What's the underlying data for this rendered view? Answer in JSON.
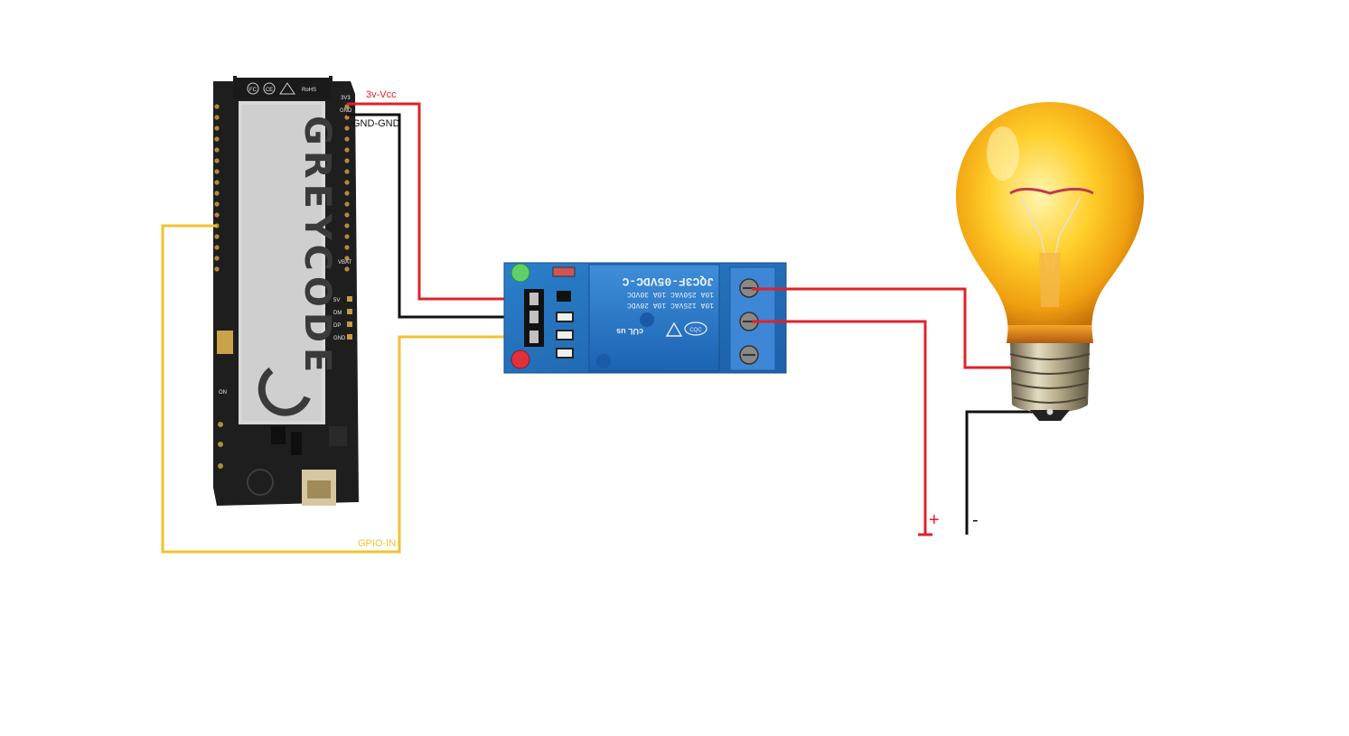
{
  "board": {
    "brand": "GREYCODE",
    "pin_labels": [
      "3V3",
      "GND",
      "VBAT",
      "5V",
      "DM",
      "DP",
      "GND",
      "ON"
    ],
    "chip_marks": [
      "FC",
      "CE",
      "RoHS"
    ]
  },
  "relay": {
    "relay_text_lines": [
      "JQC3F-05VDC-C",
      "10A 250VAC 10A 30VDC",
      "10A 125VAC 10A 28VDC"
    ],
    "cert_mark": "cUL us",
    "cqc_mark": "CQC"
  },
  "wires": {
    "vcc_label": "3v-Vcc",
    "gnd_label": "GND-GND",
    "gpio_label": "GPIO-IN",
    "colors": {
      "vcc": "#e0202a",
      "gnd": "#111111",
      "gpio": "#f2c230",
      "power_pos": "#e0202a",
      "power_neg": "#111111"
    }
  },
  "supply": {
    "plus_label": "+",
    "minus_label": "-"
  },
  "icons": [
    "microcontroller-board-icon",
    "relay-module-icon",
    "light-bulb-icon"
  ]
}
